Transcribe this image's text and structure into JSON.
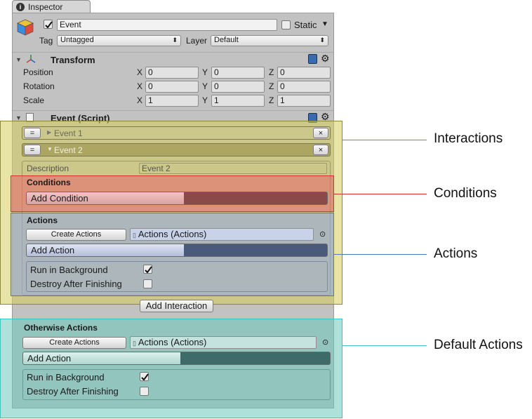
{
  "tab": {
    "title": "Inspector"
  },
  "object": {
    "name": "Event",
    "active_checked": true,
    "static_label": "Static",
    "tag_label": "Tag",
    "tag_value": "Untagged",
    "layer_label": "Layer",
    "layer_value": "Default"
  },
  "transform": {
    "title": "Transform",
    "rows": [
      {
        "label": "Position",
        "x": "0",
        "y": "0",
        "z": "0"
      },
      {
        "label": "Rotation",
        "x": "0",
        "y": "0",
        "z": "0"
      },
      {
        "label": "Scale",
        "x": "1",
        "y": "1",
        "z": "1"
      }
    ],
    "axis": {
      "x": "X",
      "y": "Y",
      "z": "Z"
    }
  },
  "script": {
    "title": "Event (Script)",
    "events": [
      {
        "handle": "=",
        "label": "Event 1",
        "remove": "×"
      },
      {
        "handle": "=",
        "label": "Event 2",
        "remove": "×"
      }
    ],
    "description_label": "Description",
    "description_value": "Event 2",
    "conditions": {
      "title": "Conditions",
      "add_label": "Add Condition"
    },
    "actions": {
      "title": "Actions",
      "create_label": "Create Actions",
      "object_field": "Actions (Actions)",
      "add_label": "Add Action",
      "run_bg_label": "Run in Background",
      "run_bg_checked": true,
      "destroy_label": "Destroy After Finishing",
      "destroy_checked": false
    },
    "add_interaction_label": "Add Interaction",
    "otherwise": {
      "title": "Otherwise Actions",
      "create_label": "Create Actions",
      "object_field": "Actions (Actions)",
      "add_label": "Add Action",
      "run_bg_label": "Run in Background",
      "run_bg_checked": true,
      "destroy_label": "Destroy After Finishing",
      "destroy_checked": false
    }
  },
  "callouts": {
    "interactions": {
      "label": "Interactions",
      "color": "#8a8a3a"
    },
    "conditions": {
      "label": "Conditions",
      "color": "#d63030"
    },
    "actions": {
      "label": "Actions",
      "color": "#4a78b8"
    },
    "default_actions": {
      "label": "Default Actions",
      "color": "#3ec3c3"
    }
  },
  "icons": [
    "inspector-icon",
    "cube-icon",
    "dropdown-arrow-icon",
    "transform-axes-icon",
    "book-icon",
    "gear-icon",
    "script-file-icon",
    "checkmark-icon",
    "object-picker-icon",
    "foldout-arrow-icon"
  ]
}
